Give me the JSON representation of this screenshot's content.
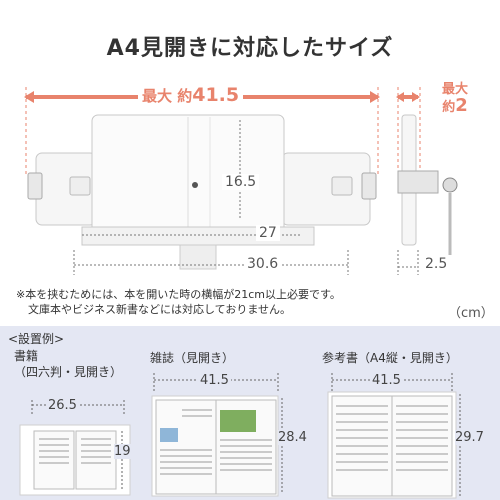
{
  "headline": "A4見開きに対応したサイズ",
  "dimensions": {
    "max_width_prefix": "最大 約",
    "max_width_value": "41.5",
    "max_depth_prefix_line1": "最大",
    "max_depth_prefix_line2": "約",
    "max_depth_value": "2",
    "height": "16.5",
    "inner_width": "27",
    "base_width": "30.6",
    "base_depth": "2.5"
  },
  "note": {
    "line1": "※本を挟むためには、本を開いた時の横幅が21cm以上必要です。",
    "line2": "文庫本やビジネス新書などには対応しておりません。"
  },
  "unit": "（cm）",
  "examples": {
    "title": "<設置例>",
    "items": [
      {
        "label_line1": "書籍",
        "label_line2": "（四六判・見開き）",
        "width": "26.5",
        "height": "19"
      },
      {
        "label_line1": "雑誌（見開き）",
        "label_line2": "",
        "width": "41.5",
        "height": "28.4"
      },
      {
        "label_line1": "参考書（A4縦・見開き）",
        "label_line2": "",
        "width": "41.5",
        "height": "29.7"
      }
    ]
  },
  "colors": {
    "accent": "#e8836c",
    "panel_bg": "#e4e7f3",
    "device_white": "#f8f8f8"
  }
}
